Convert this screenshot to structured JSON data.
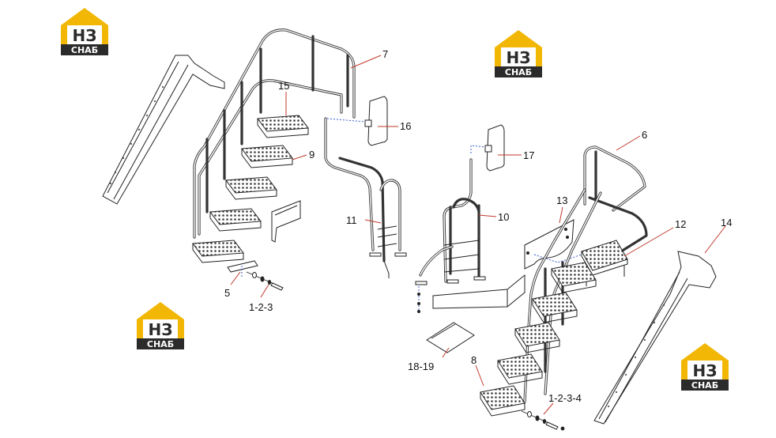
{
  "colors": {
    "logo_yellow": "#f2b705",
    "logo_dark": "#2b2b2b",
    "leader_line": "#c0392b",
    "assembly_dash": "#3a5fd0",
    "line_art": "#222222"
  },
  "logo": {
    "top_text": "НЗ",
    "bottom_text": "СНАБ"
  },
  "callouts": {
    "c7": "7",
    "c15": "15",
    "c16": "16",
    "c9": "9",
    "c17": "17",
    "c6": "6",
    "c13": "13",
    "c11": "11",
    "c10": "10",
    "c12": "12",
    "c14": "14",
    "c5": "5",
    "c123": "1-2-3",
    "c1819": "18-19",
    "c8": "8",
    "c1234": "1-2-3-4"
  }
}
